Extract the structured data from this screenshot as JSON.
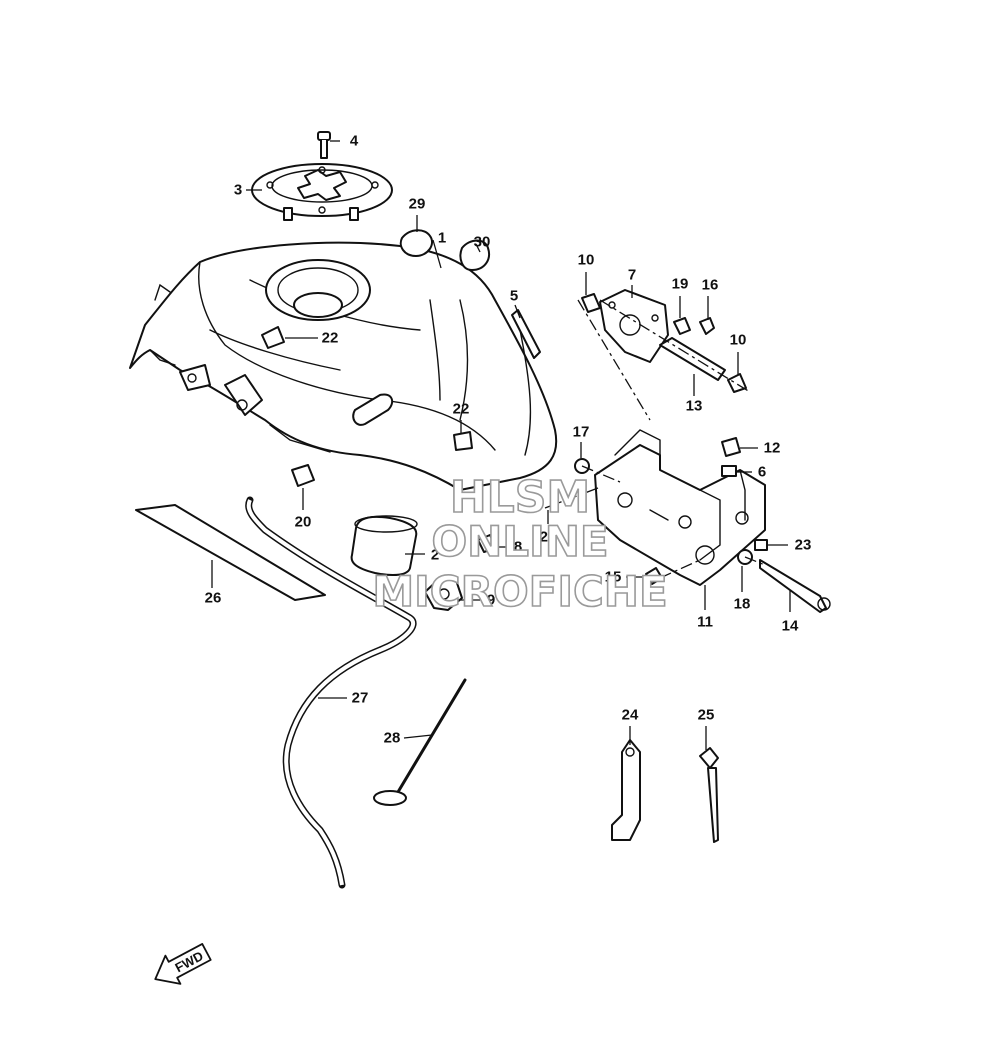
{
  "callouts": [
    "1",
    "2",
    "3",
    "4",
    "5",
    "6",
    "7",
    "8",
    "9",
    "10",
    "10",
    "11",
    "12",
    "13",
    "14",
    "15",
    "16",
    "17",
    "18",
    "19",
    "20",
    "21",
    "22",
    "22",
    "23",
    "24",
    "25",
    "26",
    "27",
    "28",
    "29",
    "30"
  ],
  "watermark": {
    "line1": "HLSM",
    "line2": "ONLINE",
    "line3": "MICROFICHE"
  },
  "direction_arrow": {
    "label": "FWD",
    "icon": "forward-arrow-icon"
  }
}
